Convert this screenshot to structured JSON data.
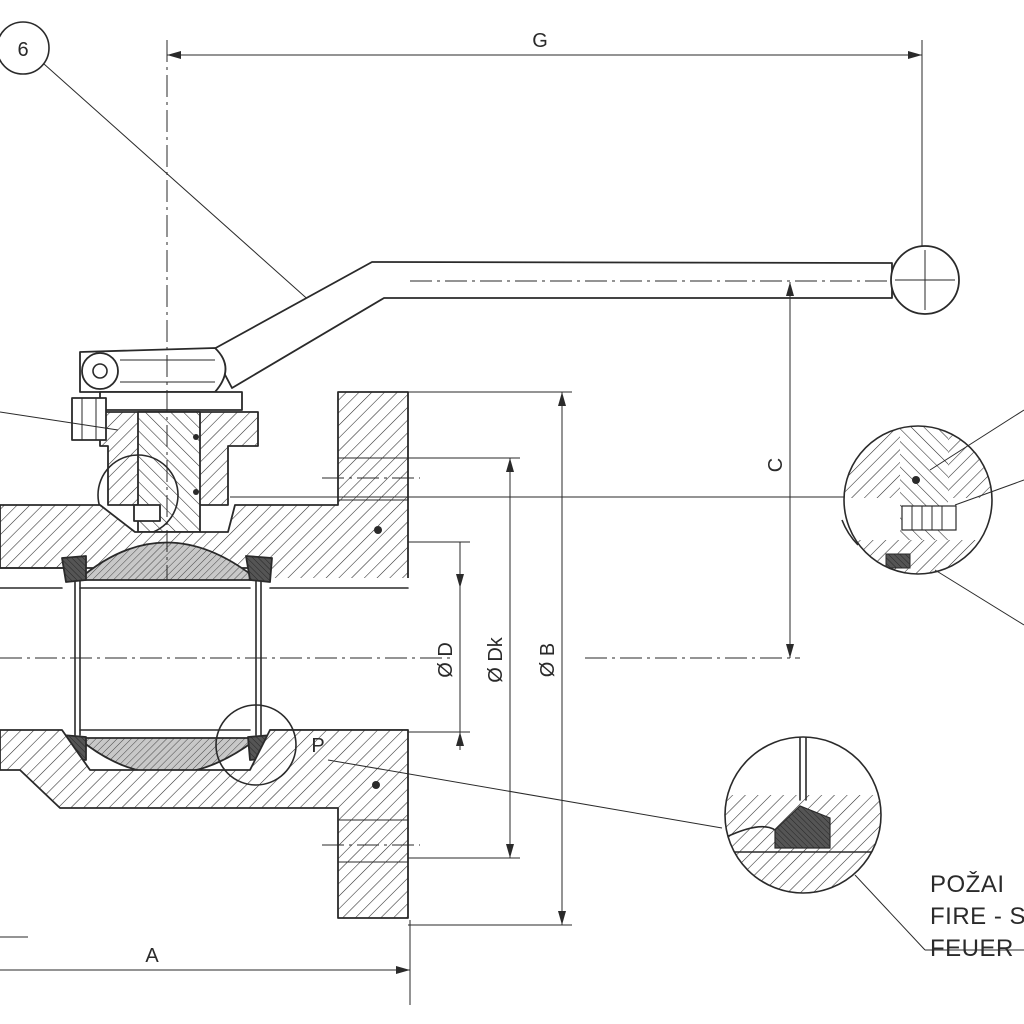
{
  "dimensions": {
    "g": "G",
    "c": "C",
    "a": "A",
    "d": "Ø D",
    "dk": "Ø Dk",
    "b": "Ø B"
  },
  "markers": {
    "part_number": "6",
    "p": "P"
  },
  "note": {
    "line1": "POŽAI",
    "line2": "FIRE - S",
    "line3": "FEUER"
  }
}
